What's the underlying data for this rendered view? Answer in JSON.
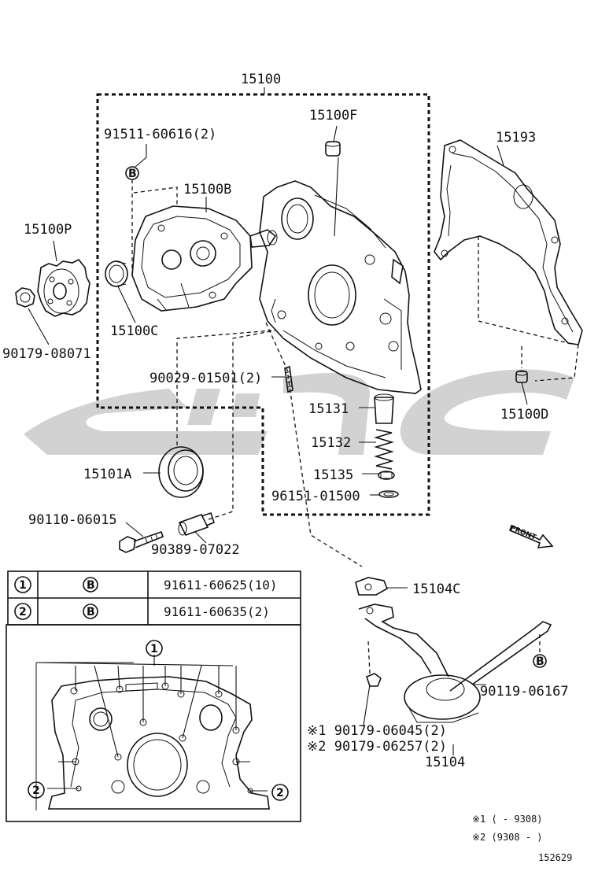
{
  "labels": {
    "l15100": "15100",
    "l15100F": "15100F",
    "l91511": "91511-60616(2)",
    "l15100B": "15100B",
    "l15193": "15193",
    "l15100P": "15100P",
    "l15100C": "15100C",
    "l90179a": "90179-08071",
    "l90029": "90029-01501(2)",
    "l15131": "15131",
    "l15100D": "15100D",
    "l15132": "15132",
    "l15101A": "15101A",
    "l15135": "15135",
    "l96151": "96151-01500",
    "l90110": "90110-06015",
    "l90389": "90389-07022",
    "l15104C": "15104C",
    "l90119": "90119-06167",
    "l90179b": "※1 90179-06045(2)",
    "l90179c": "※2 90179-06257(2)",
    "l15104": "15104",
    "front": "FRONT"
  },
  "table": {
    "rows": [
      {
        "num": "1",
        "mark": "B",
        "part": "91611-60625(10)"
      },
      {
        "num": "2",
        "mark": "B",
        "part": "91611-60635(2)"
      }
    ]
  },
  "inset": {
    "callout1": "1",
    "callout2a": "2",
    "callout2b": "2"
  },
  "footnotes": {
    "n1": "※1 (    - 9308)",
    "n2": "※2 (9308 -     )"
  },
  "illustration_number": "152629",
  "bolt_mark": "B",
  "colors": {
    "line": "#111111",
    "watermark": "#cfcfcf"
  }
}
